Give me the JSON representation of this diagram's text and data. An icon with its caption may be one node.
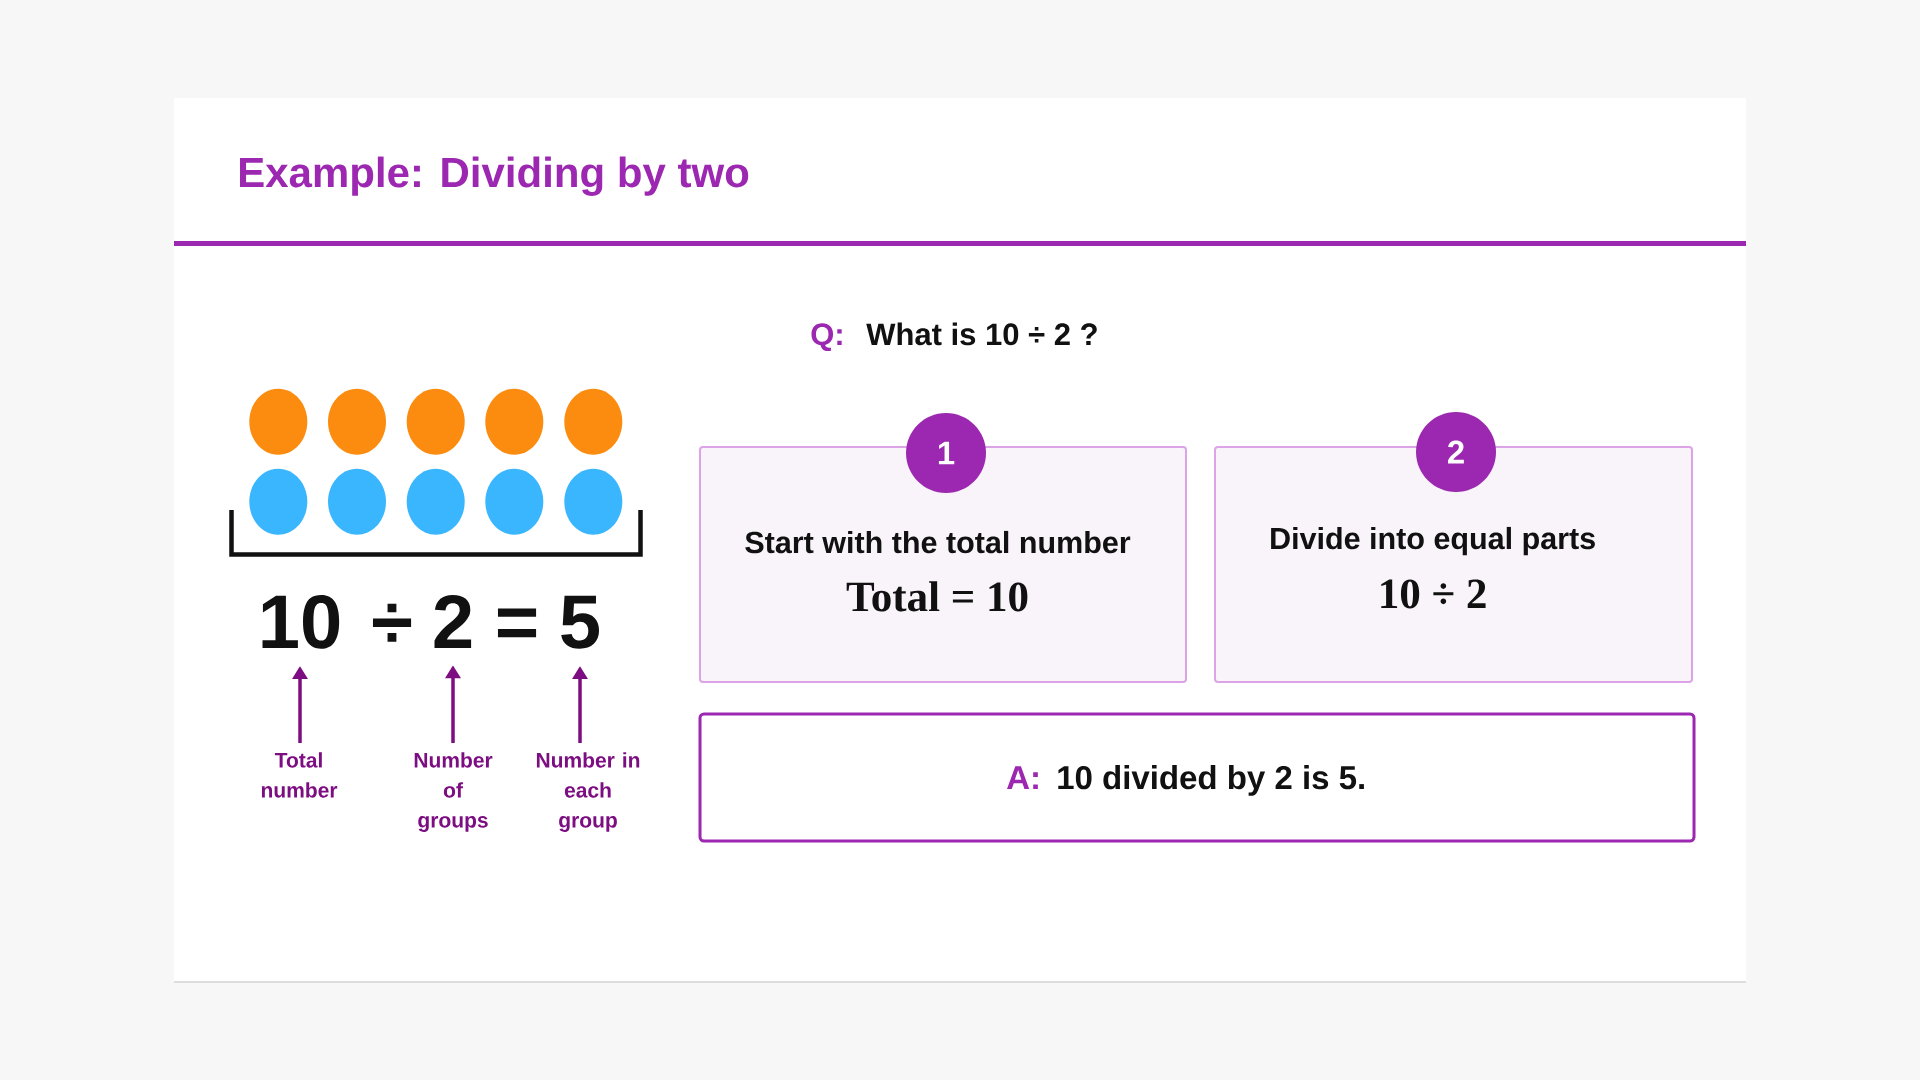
{
  "diagram": {
    "title": "Example: Dividing by two",
    "nodes": [
      {
        "text": [
          "10"
        ]
      },
      {
        "text": [
          "2"
        ]
      },
      {
        "text": [
          "5"
        ]
      },
      {
        "text": [
          "Total number"
        ]
      },
      {
        "text": [
          "Number of groups"
        ]
      },
      {
        "text": [
          "Number in each group"
        ]
      },
      {
        "text": [
          "Start with the total number",
          "Total = 10"
        ]
      },
      {
        "text": [
          "1"
        ]
      },
      {
        "text": [
          "Divide into equal parts",
          "10 ÷ 2"
        ]
      },
      {
        "text": [
          "2"
        ]
      },
      {
        "text": [
          "A:",
          "10 divided by 2 is 5."
        ]
      }
    ],
    "edges": [
      {
        "from": 3,
        "to": 0,
        "arrow": "to"
      },
      {
        "from": 4,
        "to": 1,
        "arrow": "to"
      },
      {
        "from": 5,
        "to": 2,
        "arrow": "to"
      }
    ],
    "labels": [
      "Q:",
      "What is 10 ÷ 2 ?",
      "÷",
      "="
    ]
  }
}
